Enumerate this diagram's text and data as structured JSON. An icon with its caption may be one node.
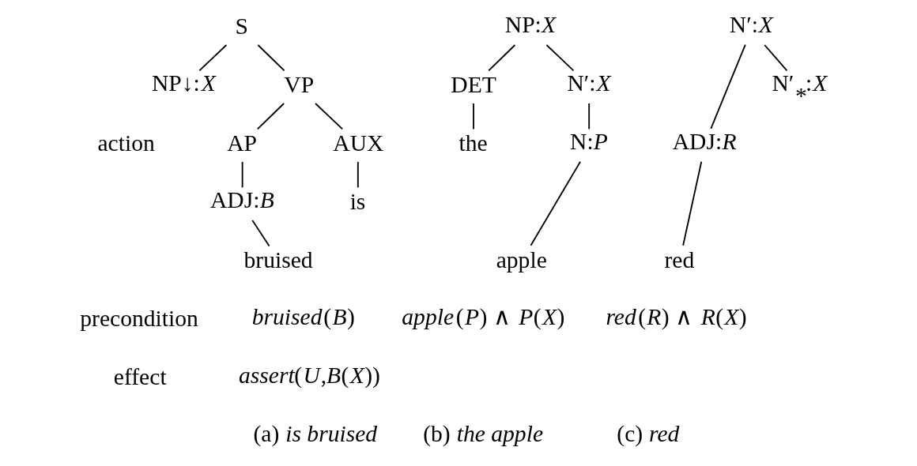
{
  "diagram": {
    "nodes": [
      {
        "text": [
          "S"
        ]
      },
      {
        "text": [
          "NP↓:*X*"
        ]
      },
      {
        "text": [
          "VP"
        ]
      },
      {
        "text": [
          "AUX"
        ]
      },
      {
        "text": [
          "AP"
        ]
      },
      {
        "text": [
          "is"
        ]
      },
      {
        "text": [
          "ADJ:*B*"
        ]
      },
      {
        "text": [
          "bruised"
        ]
      },
      {
        "text": [
          "NP:*X*"
        ]
      },
      {
        "text": [
          "DET"
        ]
      },
      {
        "text": [
          "N′:*X*"
        ]
      },
      {
        "text": [
          "the"
        ]
      },
      {
        "text": [
          "N:*P*"
        ]
      },
      {
        "text": [
          "apple"
        ]
      },
      {
        "text": [
          "N′:*X*"
        ]
      },
      {
        "text": [
          "ADJ:*R*"
        ]
      },
      {
        "text": [
          "N′$_{*}$:*X*"
        ]
      },
      {
        "text": [
          "red"
        ]
      }
    ],
    "edges": [
      {
        "from": 0,
        "to": 1,
        "arrow": "none"
      },
      {
        "from": 0,
        "to": 2,
        "arrow": "none"
      },
      {
        "from": 2,
        "to": 3,
        "arrow": "none"
      },
      {
        "from": 2,
        "to": 4,
        "arrow": "none"
      },
      {
        "from": 3,
        "to": 5,
        "arrow": "none"
      },
      {
        "from": 4,
        "to": 6,
        "arrow": "none"
      },
      {
        "from": 6,
        "to": 7,
        "arrow": "none"
      },
      {
        "from": 8,
        "to": 9,
        "arrow": "none"
      },
      {
        "from": 8,
        "to": 10,
        "arrow": "none"
      },
      {
        "from": 9,
        "to": 11,
        "arrow": "none"
      },
      {
        "from": 10,
        "to": 12,
        "arrow": "none"
      },
      {
        "from": 12,
        "to": 13,
        "arrow": "none"
      },
      {
        "from": 14,
        "to": 15,
        "arrow": "none"
      },
      {
        "from": 14,
        "to": 16,
        "arrow": "none"
      },
      {
        "from": 15,
        "to": 17,
        "arrow": "none"
      }
    ],
    "labels": [
      "action",
      "precondition",
      "*bruised*(*B*)",
      "*apple*(*P*) ∧ *P*(*X*)",
      "*red*(*R*) ∧ *R*(*X*)",
      "effect",
      "*assert*(*U*,*B*(*X*))",
      "(a) *is bruised*",
      "(b) *the apple*",
      "(c) *red*"
    ]
  }
}
